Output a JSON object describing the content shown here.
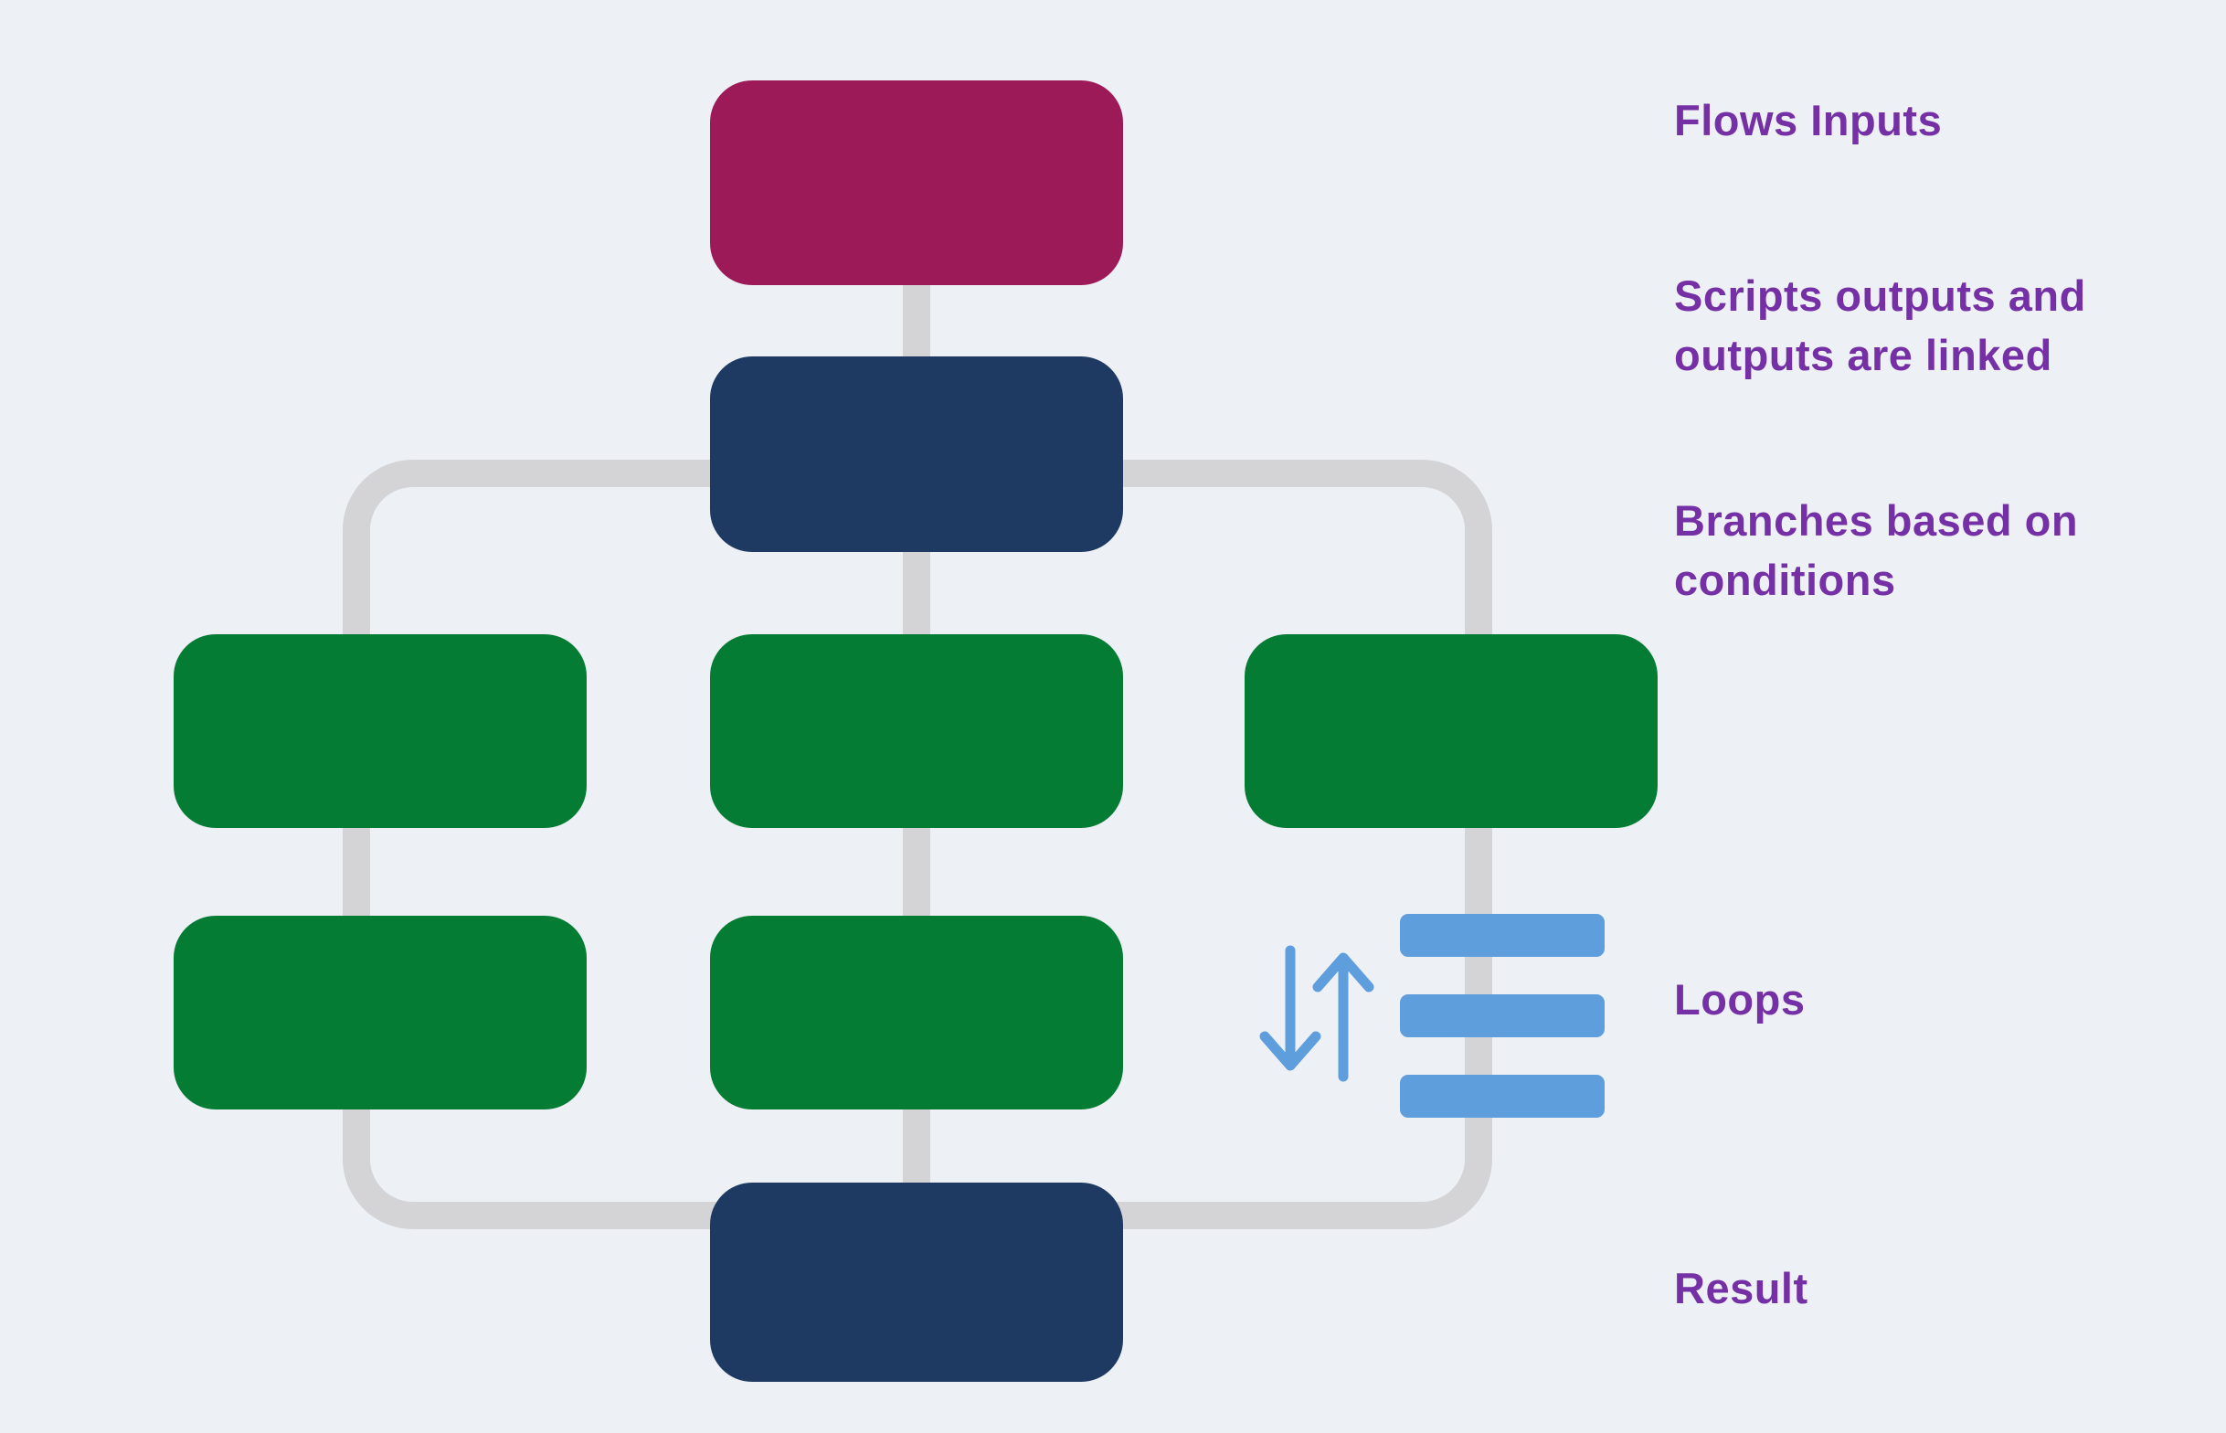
{
  "colors": {
    "background": "#edf1f6",
    "input_node": "#9c1a57",
    "script_node": "#1f3a62",
    "branch_node": "#057c33",
    "connector": "#d4d3d6",
    "loop_accent": "#5e9edc",
    "label_text": "#7530a5"
  },
  "legend": {
    "flows_inputs": "Flows Inputs",
    "scripts_linked": "Scripts outputs and outputs are linked",
    "branches": "Branches based on conditions",
    "loops": "Loops",
    "result": "Result"
  },
  "icons": {
    "loops": "up-down-arrows-icon"
  }
}
